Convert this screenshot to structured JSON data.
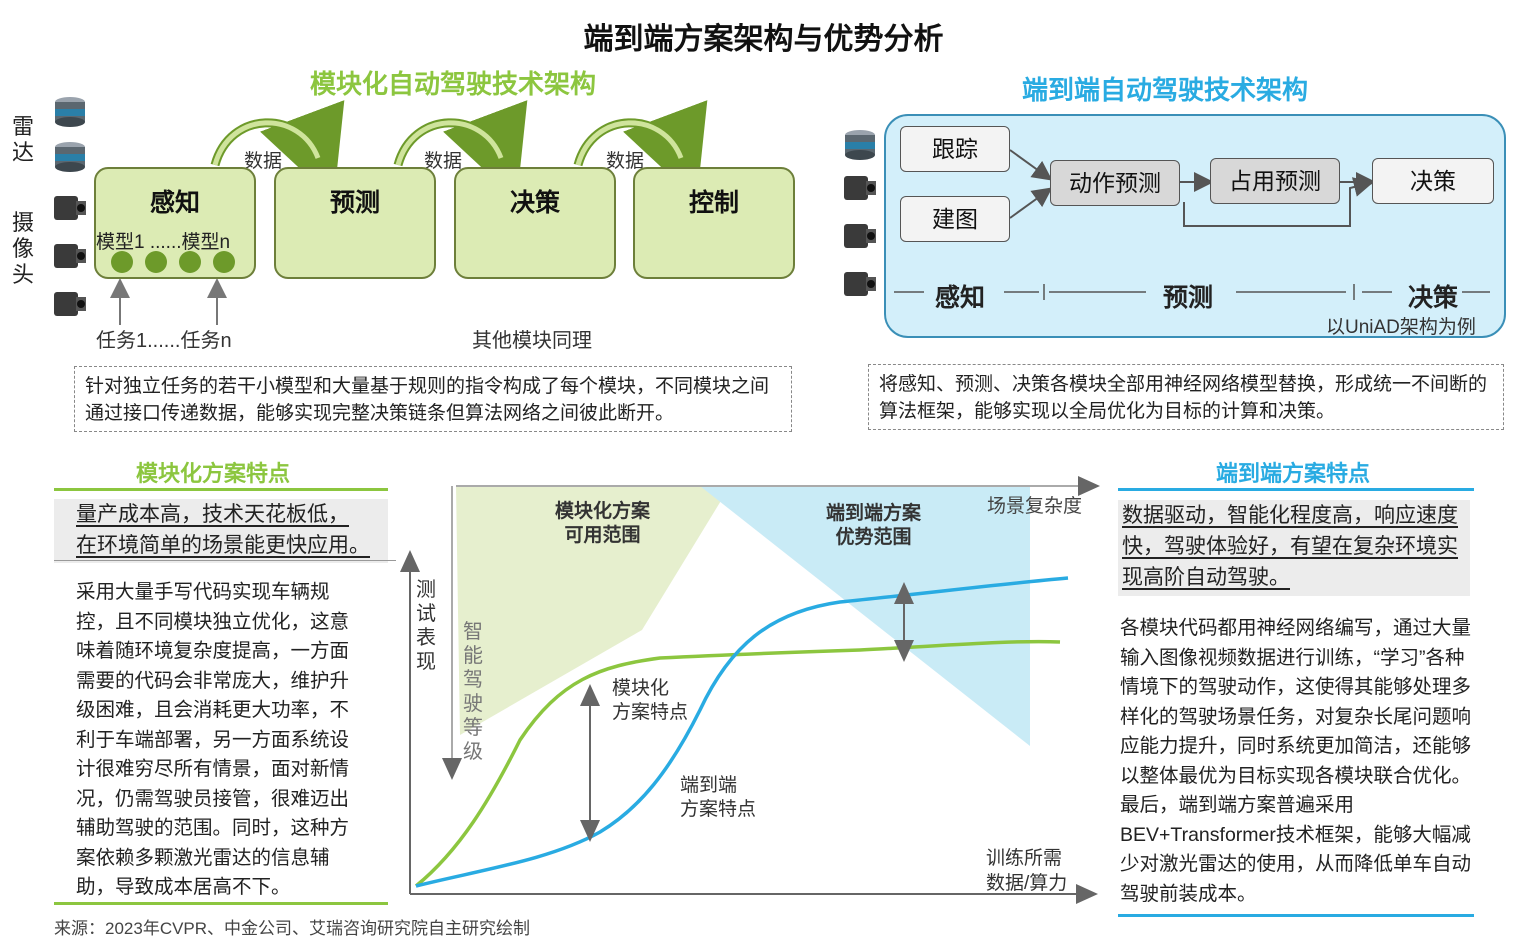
{
  "title": "端到端方案架构与优势分析",
  "modular": {
    "heading": "模块化自动驾驶技术架构",
    "sensor_labels": {
      "radar": "雷达",
      "camera": "摄像头"
    },
    "modules": [
      "感知",
      "预测",
      "决策",
      "控制"
    ],
    "data_label": "数据",
    "model_range": "模型1 ......模型n",
    "task_range": "任务1......任务n",
    "others_note": "其他模块同理",
    "description": "针对独立任务的若干小模型和大量基于规则的指令构成了每个模块，不同模块之间通过接口传递数据，能够实现完整决策链条但算法网络之间彼此断开。"
  },
  "e2e": {
    "heading": "端到端自动驾驶技术架构",
    "nodes": {
      "track": "跟踪",
      "map": "建图",
      "motion": "动作预测",
      "occupancy": "占用预测",
      "decision": "决策"
    },
    "stages": [
      "感知",
      "预测",
      "决策"
    ],
    "note": "以UniAD架构为例",
    "description": "将感知、预测、决策各模块全部用神经网络模型替换，形成统一不间断的算法框架，能够实现以全局优化为目标的计算和决策。"
  },
  "modular_features": {
    "heading": "模块化方案特点",
    "highlight_line1": "量产成本高，技术天花板低，",
    "highlight_line2": "在环境简单的场景能更快应用。",
    "body": "采用大量手写代码实现车辆规控，且不同模块独立优化，这意味着随环境复杂度提高，一方面需要的代码会非常庞大，维护升级困难，且会消耗更大功率，不利于车端部署，另一方面系统设计很难穷尽所有情景，面对新情况，仍需驾驶员接管，很难迈出辅助驾驶的范围。同时，这种方案依赖多颗激光雷达的信息辅助，导致成本居高不下。"
  },
  "e2e_features": {
    "heading": "端到端方案特点",
    "highlight": "数据驱动，智能化程度高，响应速度快，驾驶体验好，有望在复杂环境实现高阶自动驾驶。",
    "body": "各模块代码都用神经网络编写，通过大量输入图像视频数据进行训练，“学习”各种情境下的驾驶动作，这使得其能够处理多样化的驾驶场景任务，对复杂长尾问题响应能力提升，同时系统更加简洁，还能够以整体最优为目标实现各模块联合优化。最后，端到端方案普遍采用BEV+Transformer技术框架，能够大幅减少对激光雷达的使用，从而降低单车自动驾驶前装成本。"
  },
  "chart_data": {
    "type": "line",
    "x_axis_label": "训练所需数据/算力",
    "y_axis_label": "测试表现",
    "top_axis_label": "场景复杂度",
    "left_axis_label": "智能驾驶等级",
    "regions": [
      {
        "label_line1": "模块化方案",
        "label_line2": "可用范围",
        "color": "#e6efce"
      },
      {
        "label_line1": "端到端方案",
        "label_line2": "优势范围",
        "color": "#c9ebf6"
      }
    ],
    "series": [
      {
        "label_line1": "模块化",
        "label_line2": "方案特点",
        "color": "#8cc63f"
      },
      {
        "label_line1": "端到端",
        "label_line2": "方案特点",
        "color": "#29abe2"
      }
    ]
  },
  "source": "来源：2023年CVPR、中金公司、艾瑞咨询研究院自主研究绘制",
  "colors": {
    "green": "#8cc63f",
    "blue": "#29abe2",
    "module_fill": "#dcebb4",
    "panel_fill": "#d3effa"
  }
}
